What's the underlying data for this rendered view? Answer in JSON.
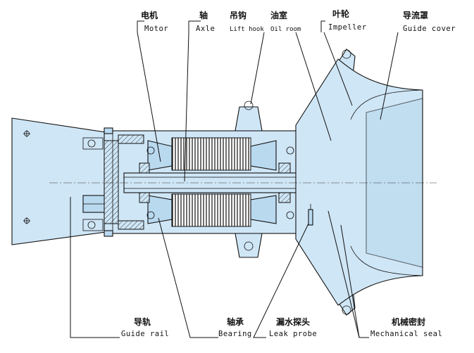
{
  "labels": {
    "motor": {
      "cn": "电机",
      "en": "Motor"
    },
    "axle": {
      "cn": "轴",
      "en": "Axle"
    },
    "lift_hook": {
      "cn": "吊钩",
      "en": "Lift hook"
    },
    "oil_room": {
      "cn": "油室",
      "en": "Oil room"
    },
    "impeller": {
      "cn": "叶轮",
      "en": "Impeller"
    },
    "guide_cover": {
      "cn": "导流罩",
      "en": "Guide cover"
    },
    "guide_rail": {
      "cn": "导轨",
      "en": "Guide rail"
    },
    "bearing": {
      "cn": "轴承",
      "en": "Bearing"
    },
    "leak_probe": {
      "cn": "漏水探头",
      "en": "Leak probe"
    },
    "mech_seal": {
      "cn": "机械密封",
      "en": "Mechanical seal"
    }
  },
  "colors": {
    "body_fill": "#cfe6f6",
    "body_fill_dark": "#b9d9ef",
    "line": "#111111",
    "background": "#ffffff"
  }
}
